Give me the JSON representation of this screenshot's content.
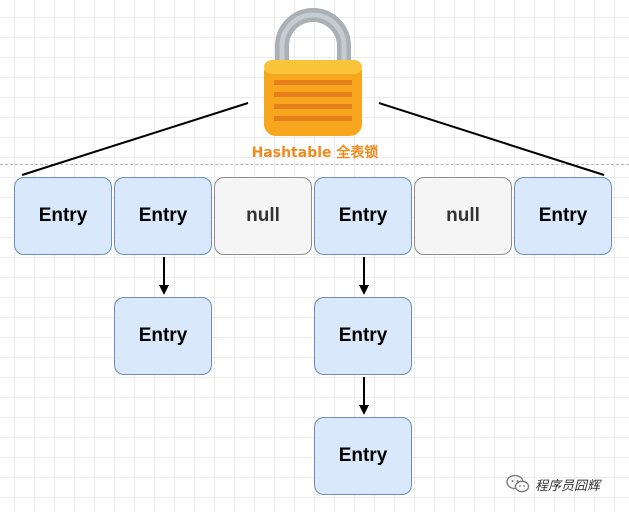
{
  "lock": {
    "caption": "Hashtable 全表锁",
    "icon": "padlock-icon"
  },
  "table": {
    "slots": [
      {
        "label": "Entry",
        "kind": "entry"
      },
      {
        "label": "Entry",
        "kind": "entry"
      },
      {
        "label": "null",
        "kind": "null"
      },
      {
        "label": "Entry",
        "kind": "entry"
      },
      {
        "label": "null",
        "kind": "null"
      },
      {
        "label": "Entry",
        "kind": "entry"
      }
    ]
  },
  "chains": [
    {
      "slot_index": 1,
      "nodes": [
        {
          "label": "Entry"
        }
      ]
    },
    {
      "slot_index": 3,
      "nodes": [
        {
          "label": "Entry"
        },
        {
          "label": "Entry"
        }
      ]
    }
  ],
  "watermark": {
    "text": "程序员囧辉",
    "icon": "wechat-icon"
  },
  "colors": {
    "entry_fill": "#dae8fc",
    "entry_border": "#6c8ebf",
    "null_fill": "#f5f5f5",
    "caption": "#f08a1d",
    "lock_body": "#f5a623",
    "lock_shackle": "#a9b1b6"
  }
}
